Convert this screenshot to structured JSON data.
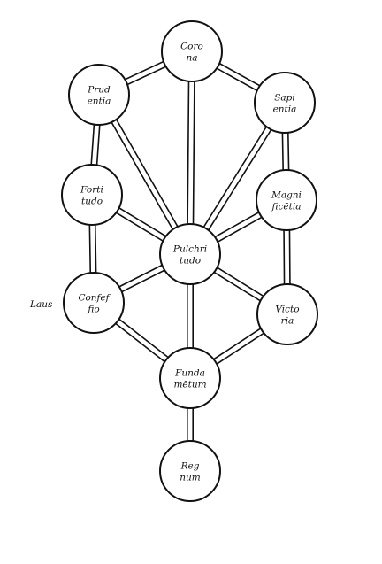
{
  "diagram": {
    "colors": {
      "ink": "#111111",
      "paper": "#ffffff"
    },
    "side_label": "Laus",
    "nodes": [
      {
        "id": "corona",
        "lines": [
          "Coro",
          "na"
        ]
      },
      {
        "id": "prudentia",
        "lines": [
          "Prud",
          "entia"
        ]
      },
      {
        "id": "sapientia",
        "lines": [
          "Sapi",
          "entia"
        ]
      },
      {
        "id": "fortitudo",
        "lines": [
          "Forti",
          "tudo"
        ]
      },
      {
        "id": "magnificentia",
        "lines": [
          "Magni",
          "ficētia"
        ]
      },
      {
        "id": "pulchritudo",
        "lines": [
          "Pulchri",
          "tudo"
        ]
      },
      {
        "id": "confessio",
        "lines": [
          "Confef",
          "fio"
        ]
      },
      {
        "id": "victoria",
        "lines": [
          "Victo",
          "ria"
        ]
      },
      {
        "id": "fundamentum",
        "lines": [
          "Funda",
          "mētum"
        ]
      },
      {
        "id": "regnum",
        "lines": [
          "Reg",
          "num"
        ]
      }
    ],
    "paths": [
      [
        "corona",
        "prudentia"
      ],
      [
        "corona",
        "sapientia"
      ],
      [
        "corona",
        "pulchritudo"
      ],
      [
        "prudentia",
        "fortitudo"
      ],
      [
        "prudentia",
        "pulchritudo"
      ],
      [
        "sapientia",
        "magnificentia"
      ],
      [
        "sapientia",
        "pulchritudo"
      ],
      [
        "fortitudo",
        "confessio"
      ],
      [
        "fortitudo",
        "pulchritudo"
      ],
      [
        "magnificentia",
        "victoria"
      ],
      [
        "magnificentia",
        "pulchritudo"
      ],
      [
        "pulchritudo",
        "confessio"
      ],
      [
        "pulchritudo",
        "victoria"
      ],
      [
        "pulchritudo",
        "fundamentum"
      ],
      [
        "confessio",
        "fundamentum"
      ],
      [
        "victoria",
        "fundamentum"
      ],
      [
        "fundamentum",
        "regnum"
      ]
    ]
  }
}
